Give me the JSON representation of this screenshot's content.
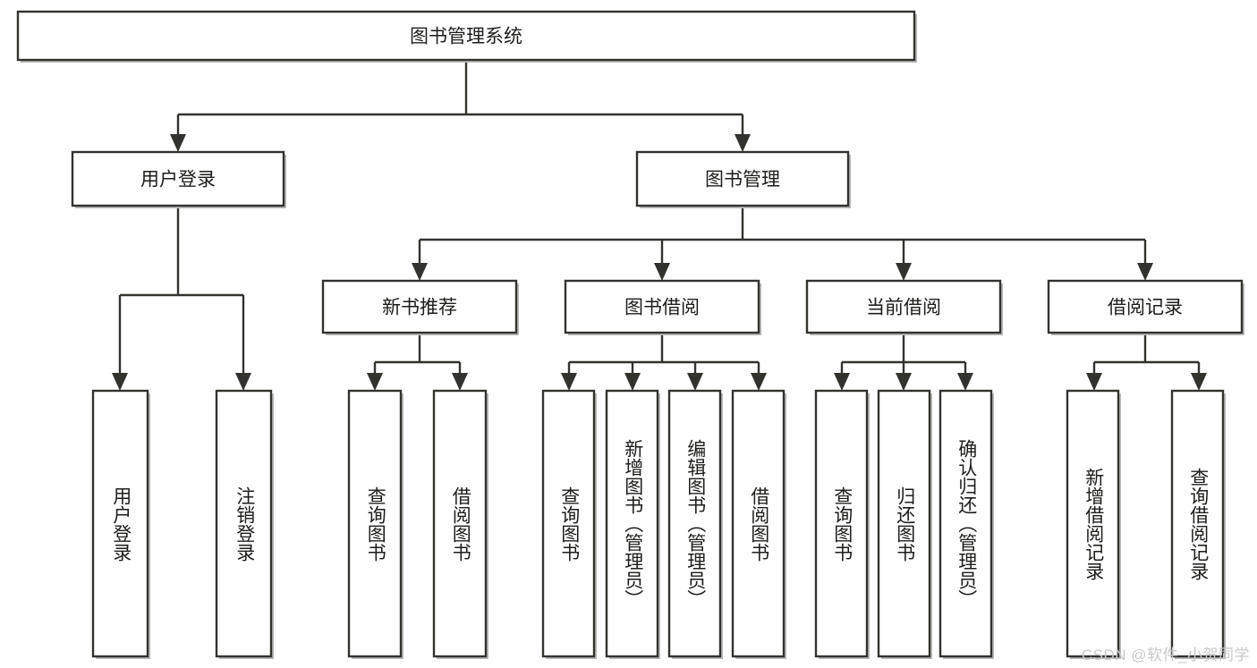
{
  "diagram": {
    "title": "图书管理系统",
    "type": "tree-hierarchy-chart",
    "watermark": "CSDN @软件_小贺同学",
    "colors": {
      "box_stroke": "#32322f",
      "box_fill": "#ffffff",
      "box_shadow": "#b9b9b9",
      "text": "#1d1d1b",
      "watermark": "#c9c9c9",
      "background": "#ffffff"
    },
    "root": {
      "label": "图书管理系统"
    },
    "level2": [
      {
        "label": "用户登录"
      },
      {
        "label": "图书管理"
      }
    ],
    "level3": [
      {
        "label": "新书推荐"
      },
      {
        "label": "图书借阅"
      },
      {
        "label": "当前借阅"
      },
      {
        "label": "借阅记录"
      }
    ],
    "leaves": {
      "user_login": [
        {
          "label": "用户登录"
        },
        {
          "label": "注销登录"
        }
      ],
      "new_book_recommend": [
        {
          "label": "查询图书"
        },
        {
          "label": "借阅图书"
        }
      ],
      "book_borrow": [
        {
          "label": "查询图书"
        },
        {
          "label": "新增图书（管理员）"
        },
        {
          "label": "编辑图书（管理员）"
        },
        {
          "label": "借阅图书"
        }
      ],
      "current_borrow": [
        {
          "label": "查询图书"
        },
        {
          "label": "归还图书"
        },
        {
          "label": "确认归还（管理员）"
        }
      ],
      "borrow_record": [
        {
          "label": "新增借阅记录"
        },
        {
          "label": "查询借阅记录"
        }
      ]
    }
  }
}
